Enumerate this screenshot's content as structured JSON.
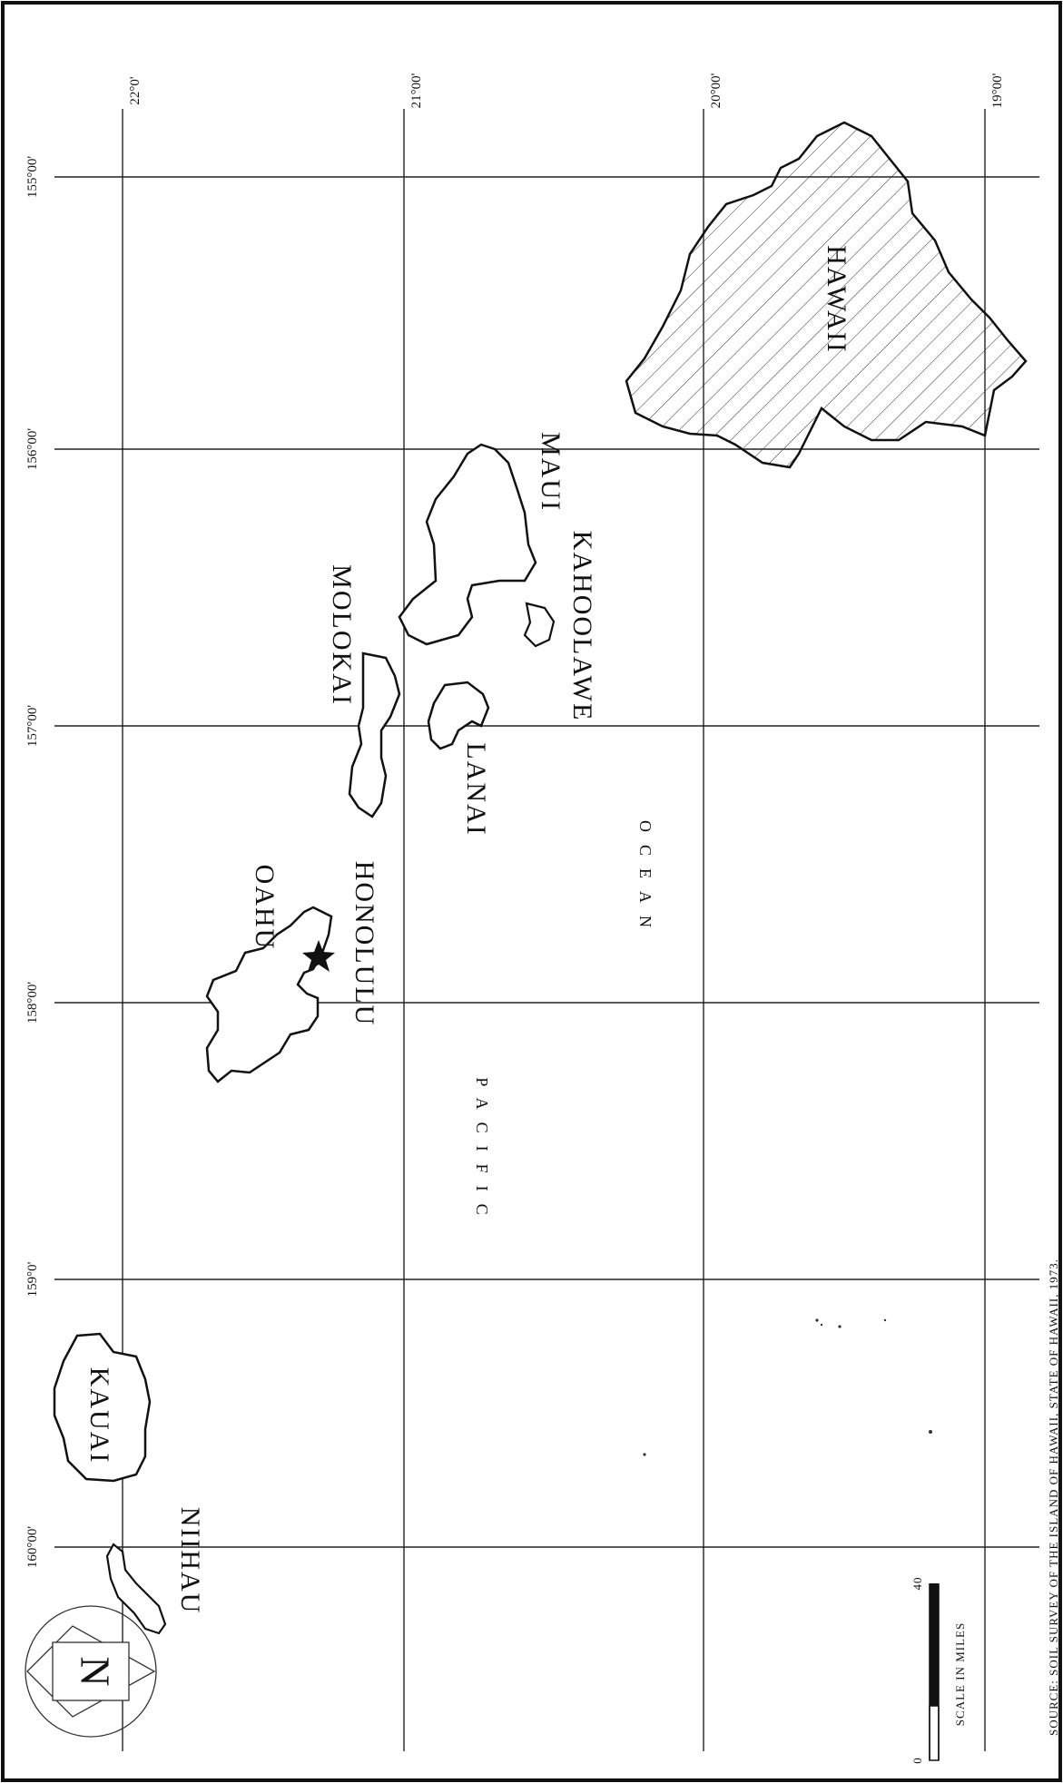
{
  "map": {
    "title": "",
    "latitudes": [
      "22°0'",
      "21°00'",
      "20°00'",
      "19°00'"
    ],
    "longitudes": [
      "155°00'",
      "156°00'",
      "157°00'",
      "158°00'",
      "159°0'",
      "160°00'"
    ],
    "islands": {
      "hawaii": "HAWAII",
      "maui": "MAUI",
      "kahoolawe": "KAHOOLAWE",
      "molokai": "MOLOKAI",
      "lanai": "LANAI",
      "oahu": "OAHU",
      "kauai": "KAUAI",
      "niihau": "NIIHAU"
    },
    "city": "HONOLULU",
    "ocean_words": [
      "PACIFIC",
      "OCEAN"
    ],
    "north_letter": "N",
    "scale": {
      "zero": "0",
      "max": "40",
      "label": "SCALE IN MILES"
    },
    "source": "SOURCE: SOIL SURVEY OF THE ISLAND OF HAWAII, STATE OF HAWAII, 1973.",
    "colors": {
      "ink": "#111111",
      "paper": "#ffffff"
    }
  }
}
